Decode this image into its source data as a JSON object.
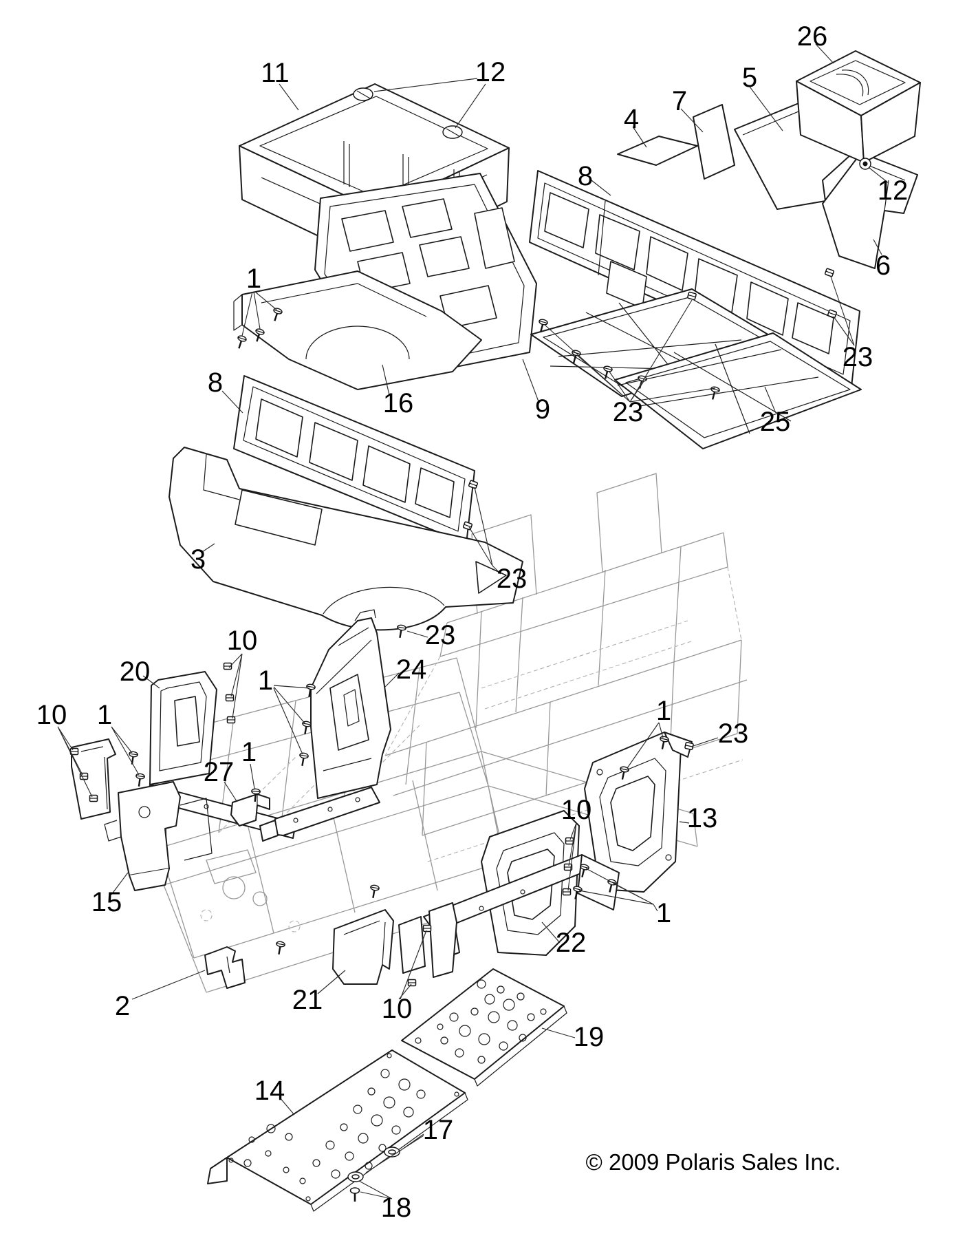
{
  "callouts": [
    {
      "label": "11"
    },
    {
      "label": "12"
    },
    {
      "label": "26"
    },
    {
      "label": "5"
    },
    {
      "label": "7"
    },
    {
      "label": "4"
    },
    {
      "label": "8"
    },
    {
      "label": "12"
    },
    {
      "label": "6"
    },
    {
      "label": "23"
    },
    {
      "label": "25"
    },
    {
      "label": "23"
    },
    {
      "label": "9"
    },
    {
      "label": "1"
    },
    {
      "label": "16"
    },
    {
      "label": "8"
    },
    {
      "label": "3"
    },
    {
      "label": "23"
    },
    {
      "label": "23"
    },
    {
      "label": "24"
    },
    {
      "label": "10"
    },
    {
      "label": "20"
    },
    {
      "label": "1"
    },
    {
      "label": "10"
    },
    {
      "label": "1"
    },
    {
      "label": "1"
    },
    {
      "label": "27"
    },
    {
      "label": "1"
    },
    {
      "label": "23"
    },
    {
      "label": "13"
    },
    {
      "label": "10"
    },
    {
      "label": "1"
    },
    {
      "label": "22"
    },
    {
      "label": "15"
    },
    {
      "label": "2"
    },
    {
      "label": "21"
    },
    {
      "label": "10"
    },
    {
      "label": "19"
    },
    {
      "label": "14"
    },
    {
      "label": "17"
    },
    {
      "label": "18"
    }
  ],
  "part_numbers_shown": [
    "1",
    "2",
    "3",
    "4",
    "5",
    "6",
    "7",
    "8",
    "9",
    "10",
    "11",
    "12",
    "13",
    "14",
    "15",
    "16",
    "17",
    "18",
    "19",
    "20",
    "21",
    "22",
    "23",
    "24",
    "25",
    "26",
    "27"
  ],
  "footer": {
    "copyright": "© 2009 Polaris Sales Inc."
  }
}
